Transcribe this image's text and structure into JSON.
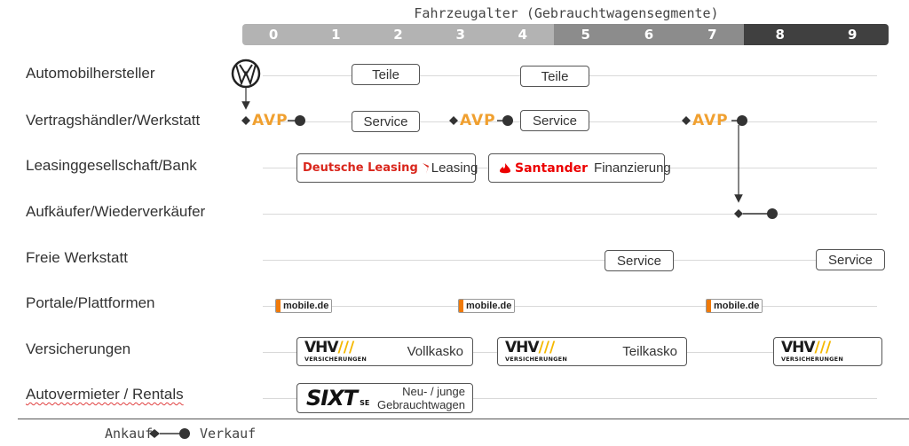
{
  "axis_title": "Fahrzeugalter (Gebrauchtwagensegmente)",
  "age_ticks": [
    "0",
    "1",
    "2",
    "3",
    "4",
    "5",
    "6",
    "7",
    "8",
    "9"
  ],
  "segment_colors": {
    "young": "#b3b3b3",
    "mid": "#8c8c8c",
    "old": "#404040"
  },
  "rows": [
    {
      "label": "Automobilhersteller"
    },
    {
      "label": "Vertragshändler/Werkstatt"
    },
    {
      "label": "Leasinggesellschaft/Bank"
    },
    {
      "label": "Aufkäufer/Wiederverkäufer"
    },
    {
      "label": "Freie Werkstatt"
    },
    {
      "label": "Portale/Plattformen"
    },
    {
      "label": "Versicherungen"
    },
    {
      "label": "Autovermieter / Rentals"
    }
  ],
  "boxes": {
    "teile_1": "Teile",
    "teile_2": "Teile",
    "service_1": "Service",
    "service_2": "Service",
    "service_3": "Service",
    "service_4": "Service",
    "leasing": "Leasing",
    "finanzierung": "Finanzierung",
    "vollkasko": "Vollkasko",
    "teilkasko": "Teilkasko",
    "rental_line1": "Neu- / junge",
    "rental_line2": "Gebrauchtwagen"
  },
  "logos": {
    "avp": "AVP",
    "deutsche_leasing": "Deutsche Leasing",
    "santander": "Santander",
    "mobile": "mobile.de",
    "vhv_big": "VHV",
    "vhv_slash": "///",
    "vhv_small": "VERSICHERUNGEN",
    "sixt": "SIXT",
    "sixt_se": "SE"
  },
  "brand_colors": {
    "avp": "#f0a030",
    "deutsche_leasing": "#d9261c",
    "santander": "#ec0000",
    "mobile": "#f07a0a",
    "vhv": "#f5b800"
  },
  "legend": {
    "buy": "Ankauf",
    "sell": "Verkauf"
  }
}
